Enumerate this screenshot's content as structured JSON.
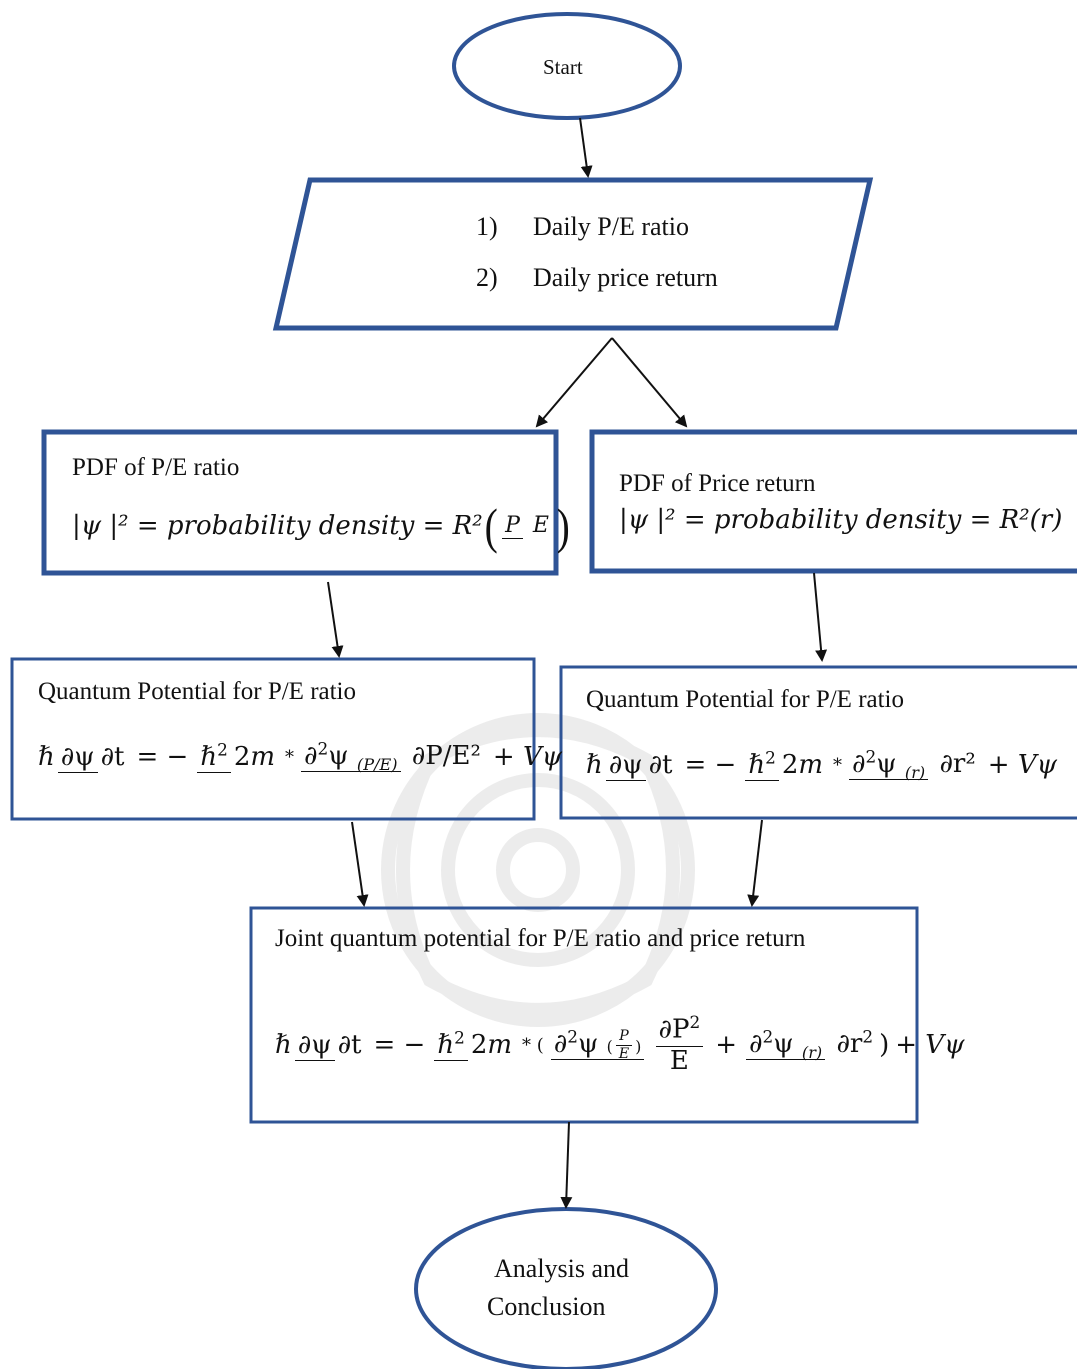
{
  "nodes": {
    "start": {
      "label": "Start"
    },
    "inputs": {
      "items": [
        {
          "num": "1)",
          "text": "Daily P/E ratio"
        },
        {
          "num": "2)",
          "text": "Daily price return"
        }
      ]
    },
    "pdf_pe": {
      "title": "PDF of P/E ratio",
      "eq_lhs": "|ψ |² = probability density = R²",
      "frac_num": "P",
      "frac_den": "E"
    },
    "pdf_price": {
      "title": "PDF of Price return",
      "equation": "|ψ |² = probability density = R²(r)"
    },
    "qp_pe": {
      "title": "Quantum Potential for P/E ratio",
      "sub_var": "(P/E)",
      "denom_var": "∂P/E²"
    },
    "qp_price": {
      "title": "Quantum Potential for P/E ratio",
      "sub_var": "(r)",
      "denom_var": "∂r²"
    },
    "joint": {
      "title": "Joint quantum potential for P/E ratio and price return"
    },
    "end": {
      "line1": "Analysis and",
      "line2": "Conclusion"
    }
  },
  "colors": {
    "box_stroke": "#2f5496",
    "arrow": "#111111",
    "watermark": "#cccccc"
  }
}
